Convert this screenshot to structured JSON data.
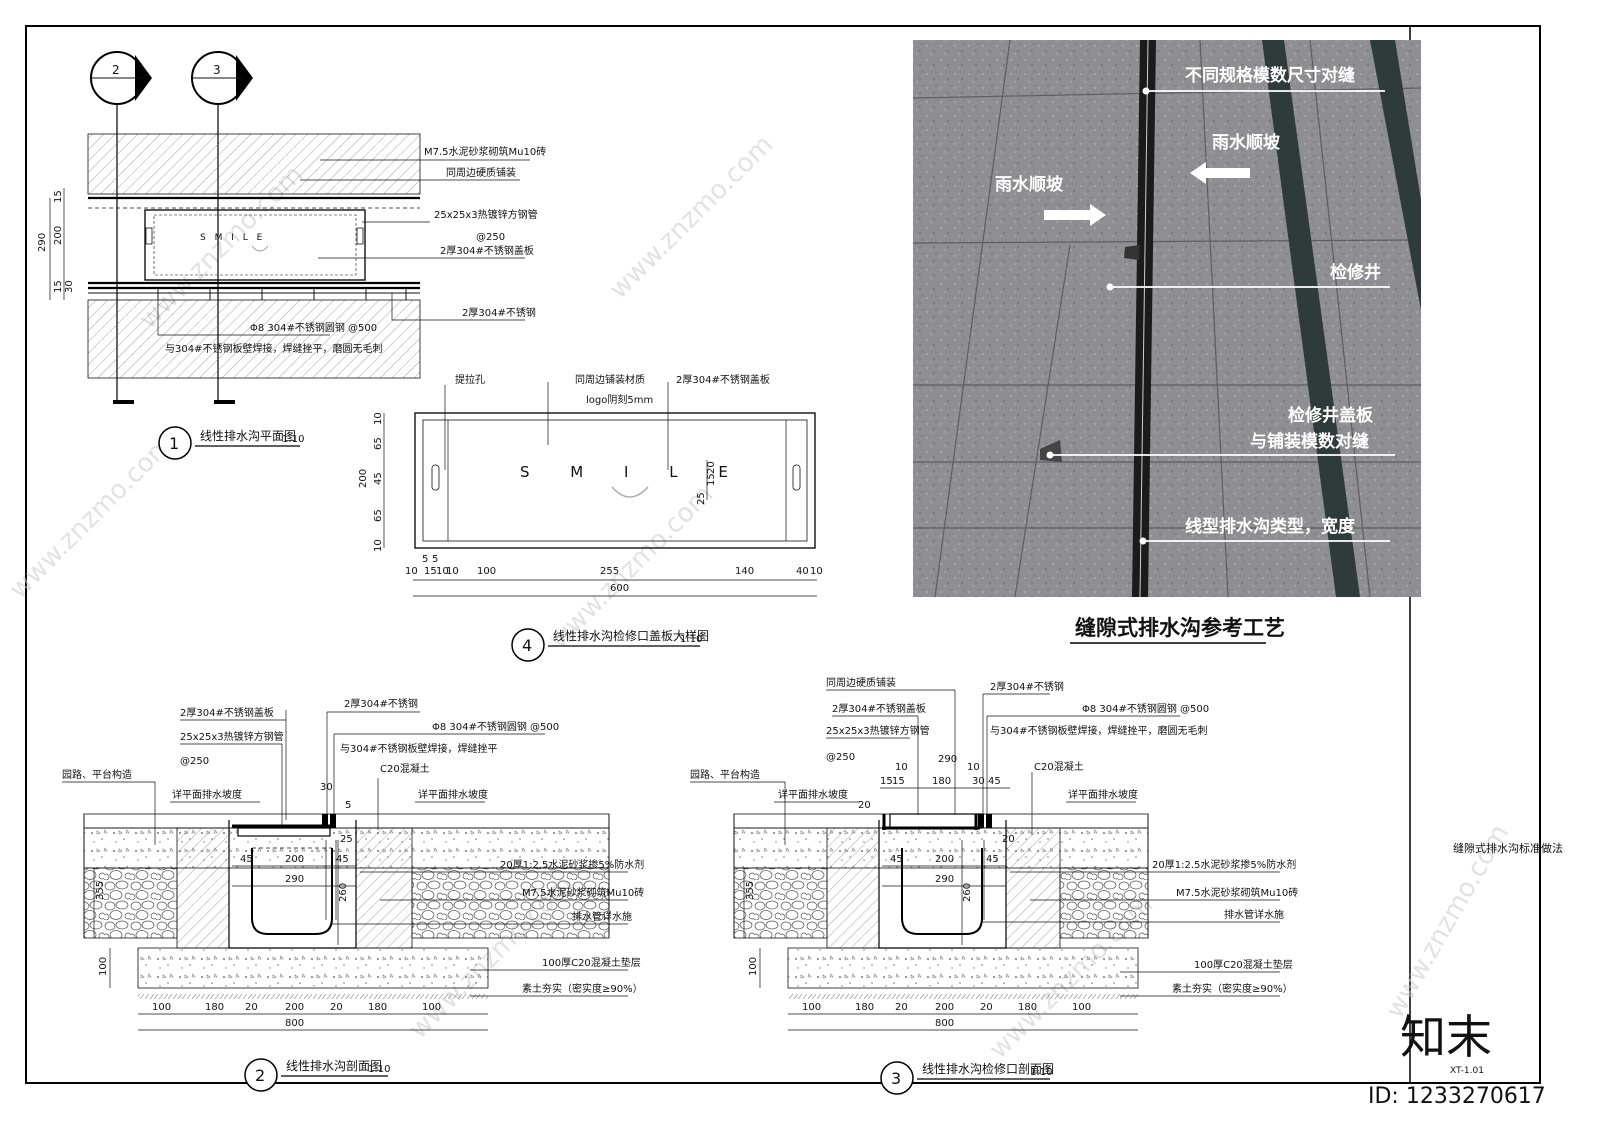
{
  "sheet": {
    "title": "缝隙式排水沟标准做法",
    "code": "XT-1.01",
    "brand": "知末",
    "id_text": "ID: 1233270617",
    "watermark": "www.znzmo.com"
  },
  "plan": {
    "caption_num": "1",
    "caption": "线性排水沟平面图",
    "scale": "1:10",
    "section_marks": [
      "2",
      "3"
    ],
    "logo": "S M I L E",
    "dims_left": [
      "290",
      "15",
      "200",
      "15",
      "30"
    ],
    "callouts": [
      "M7.5水泥砂浆砌筑Mu10砖",
      "同周边硬质铺装",
      "25x25x3热镀锌方钢管",
      "@250",
      "2厚304#不锈钢盖板",
      "2厚304#不锈钢",
      "Φ8 304#不锈钢圆钢 @500",
      "与304#不锈钢板壁焊接，焊缝挫平，磨圆无毛刺"
    ]
  },
  "cover": {
    "caption_num": "4",
    "caption": "线性排水沟检修口盖板大样图",
    "scale": "1:10",
    "logo": "S M I L E",
    "callouts": [
      "提拉孔",
      "同周边铺装材质",
      "logo阴刻5mm",
      "2厚304#不锈钢盖板"
    ],
    "dims_left": [
      "10",
      "65",
      "45",
      "65",
      "10",
      "200"
    ],
    "dims_bottom": [
      "10",
      "5",
      "5",
      "15",
      "10",
      "10",
      "100",
      "255",
      "140",
      "40",
      "10"
    ],
    "dim_total": "600",
    "dims_right": [
      "25",
      "15",
      "20"
    ]
  },
  "photo": {
    "caption": "缝隙式排水沟参考工艺",
    "labels": [
      "不同规格模数尺寸对缝",
      "雨水顺坡",
      "雨水顺坡",
      "检修井",
      "检修井盖板",
      "与铺装模数对缝",
      "线型排水沟类型，宽度"
    ]
  },
  "sec2": {
    "caption_num": "2",
    "caption": "线性排水沟剖面图",
    "scale": "1:10",
    "callouts_top": [
      "2厚304#不锈钢",
      "2厚304#不锈钢盖板",
      "Φ8 304#不锈钢圆钢 @500",
      "25x25x3热镀锌方钢管",
      "与304#不锈钢板壁焊接，焊缝挫平",
      "@250",
      "C20混凝土",
      "园路、平台构造",
      "详平面排水坡度",
      "详平面排水坡度"
    ],
    "callouts_right": [
      "20厚1:2.5水泥砂浆掺5%防水剂",
      "M7.5水泥砂浆砌筑Mu10砖",
      "排水管详水施",
      "100厚C20混凝土垫层",
      "素土夯实（密实度≥90%）"
    ],
    "dims": [
      "30",
      "5",
      "45",
      "200",
      "45",
      "290",
      "260",
      "355",
      "100",
      "25"
    ],
    "dims_bottom": [
      "100",
      "180",
      "20",
      "200",
      "20",
      "180",
      "100"
    ],
    "dim_total": "800"
  },
  "sec3": {
    "caption_num": "3",
    "caption": "线性排水沟检修口剖面图",
    "scale": "1:10",
    "callouts_top": [
      "同周边硬质铺装",
      "2厚304#不锈钢",
      "2厚304#不锈钢盖板",
      "Φ8 304#不锈钢圆钢 @500",
      "25x25x3热镀锌方钢管",
      "与304#不锈钢板壁焊接，焊缝挫平，磨圆无毛刺",
      "@250",
      "C20混凝土",
      "园路、平台构造",
      "详平面排水坡度",
      "详平面排水坡度"
    ],
    "callouts_right": [
      "20厚1:2.5水泥砂浆掺5%防水剂",
      "M7.5水泥砂浆砌筑Mu10砖",
      "排水管详水施",
      "100厚C20混凝土垫层",
      "素土夯实（密实度≥90%）"
    ],
    "dims": [
      "10",
      "290",
      "10",
      "15",
      "15",
      "180",
      "30",
      "45",
      "45",
      "200",
      "45",
      "290",
      "260",
      "355",
      "100",
      "20",
      "20"
    ],
    "dims_bottom": [
      "100",
      "180",
      "20",
      "200",
      "20",
      "180",
      "100"
    ],
    "dim_total": "800"
  }
}
